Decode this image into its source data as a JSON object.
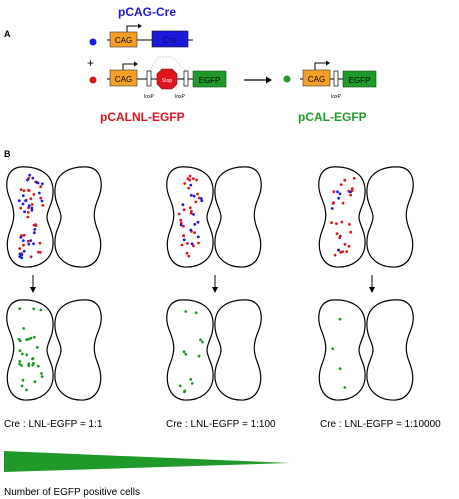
{
  "panel_a": {
    "label": "A",
    "cre_title": "pCAG-Cre",
    "cre_promoter": "CAG",
    "cre_gene": "Cre",
    "plus": "+",
    "lnl_promoter": "CAG",
    "stop_label": "Stop",
    "loxp1": "loxP",
    "loxp2": "loxP",
    "lnl_reporter": "EGFP",
    "lnl_title": "pCALNL-EGFP",
    "cal_promoter": "CAG",
    "cal_loxp": "loxP",
    "cal_reporter": "EGFP",
    "cal_title": "pCAL-EGFP"
  },
  "panel_b": {
    "label": "B",
    "ratios": [
      "Cre : LNL-EGFP = 1:1",
      "Cre : LNL-EGFP = 1:100",
      "Cre : LNL-EGFP = 1:10000"
    ],
    "wedge_caption": "Number of EGFP positive cells"
  },
  "colors": {
    "cag_orange": "#f5a024",
    "cre_blue": "#1a1adb",
    "stop_red": "#e0141e",
    "egfp_green": "#1f9a2a",
    "title_blue": "#1a1adb",
    "title_red": "#e0141e",
    "title_green": "#229a2b"
  }
}
